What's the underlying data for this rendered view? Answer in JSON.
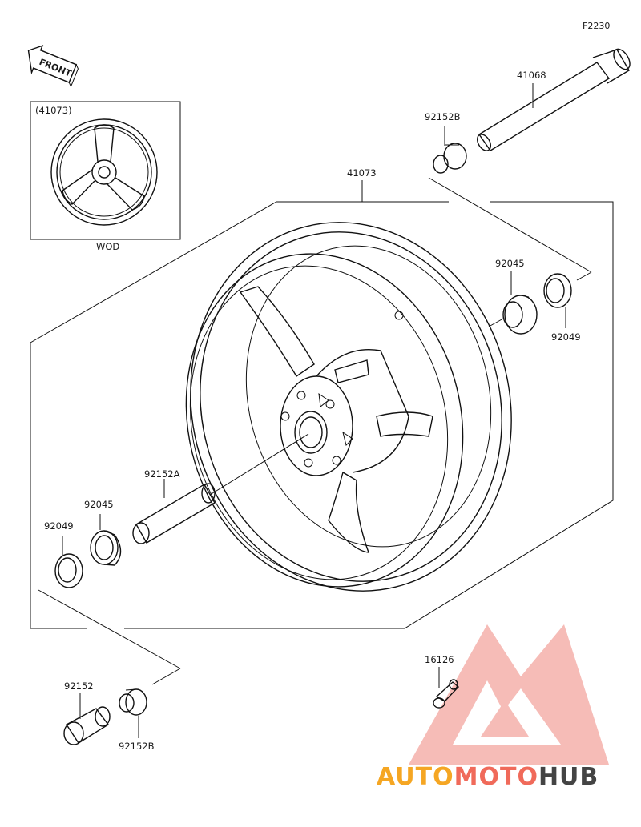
{
  "figure_code": "F2230",
  "front_label": "FRONT",
  "inset": {
    "ref": "(41073)",
    "caption": "WOD"
  },
  "parts": {
    "axle": "41068",
    "collar_top": "92152B",
    "wheel": "41073",
    "bearing_right": "92045",
    "seal_right": "92049",
    "spacer": "92152A",
    "bearing_left": "92045",
    "seal_left": "92049",
    "collar_bottom": "92152",
    "collar_bottom_b": "92152B",
    "valve": "16126"
  },
  "watermark": {
    "brand_a": "AUTO",
    "brand_b": "MOTO",
    "brand_c": "HUB",
    "color_a": "#f5a623",
    "color_b": "#f06a5a",
    "color_c": "#444444"
  }
}
